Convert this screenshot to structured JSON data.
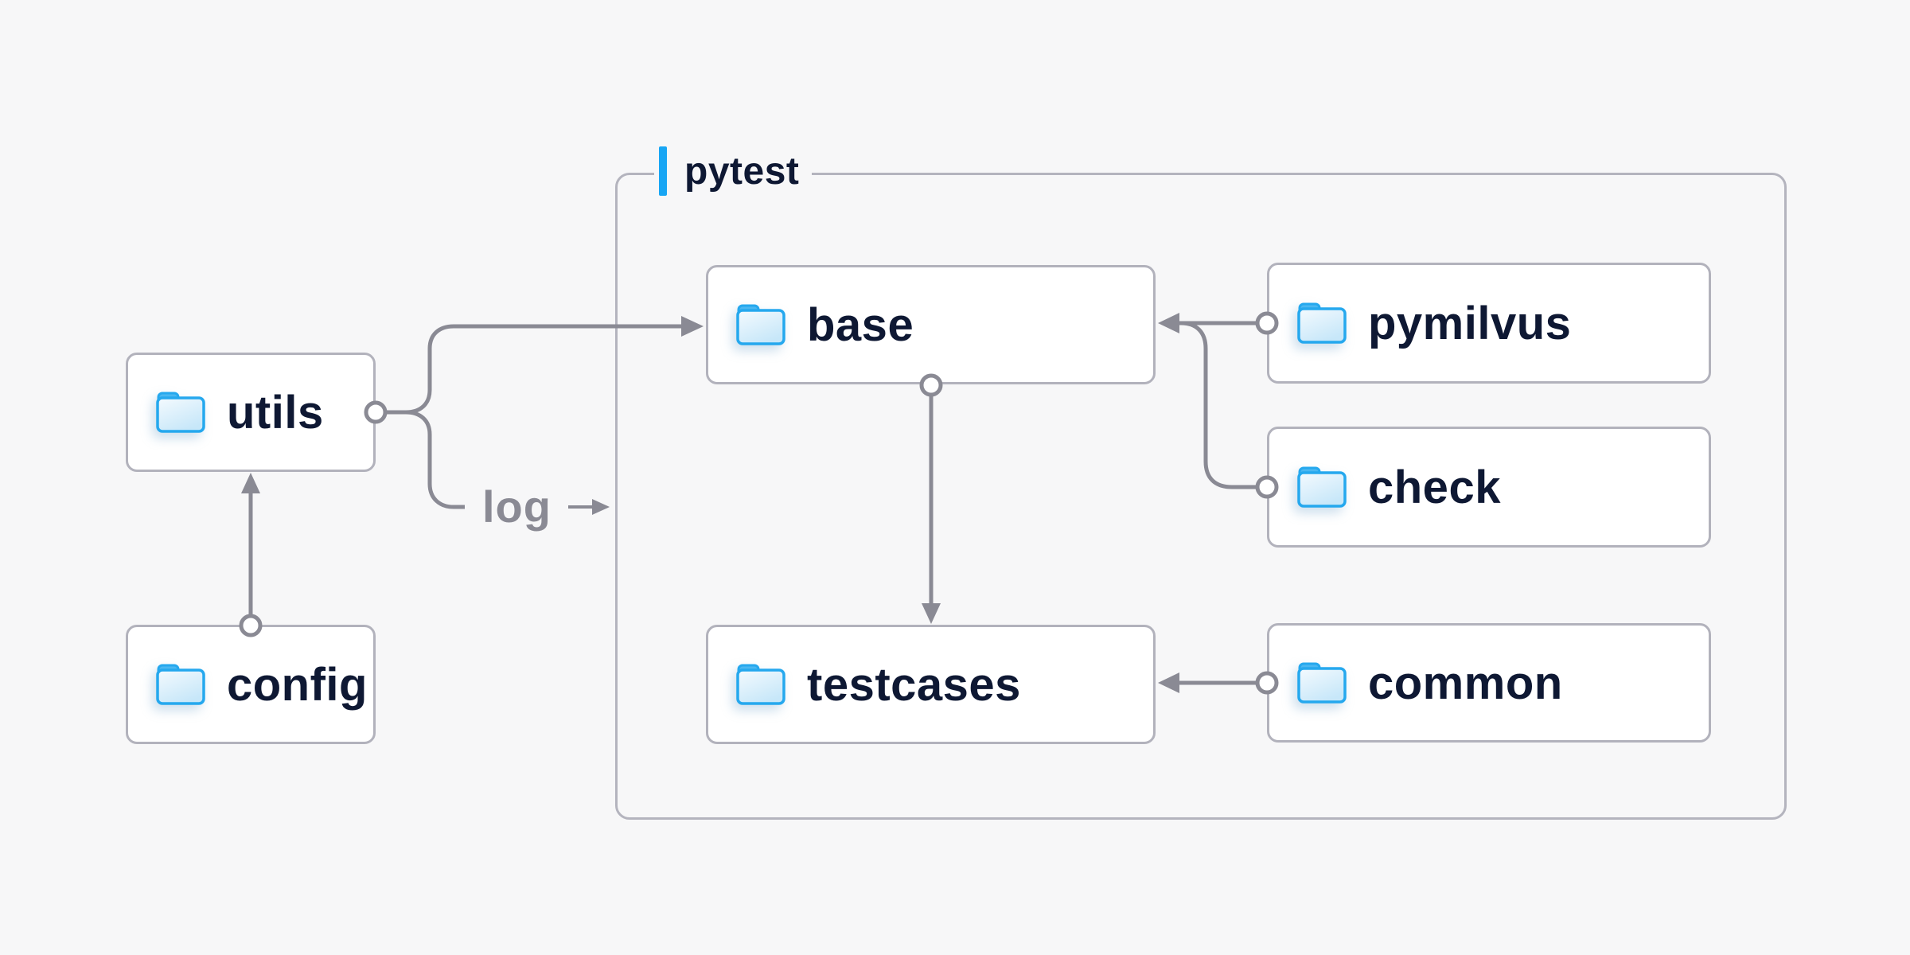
{
  "diagram": {
    "container": {
      "label": "pytest"
    },
    "nodes": {
      "utils": {
        "label": "utils",
        "icon": "folder-icon"
      },
      "config": {
        "label": "config",
        "icon": "folder-icon"
      },
      "base": {
        "label": "base",
        "icon": "folder-icon"
      },
      "pymilvus": {
        "label": "pymilvus",
        "icon": "folder-icon"
      },
      "check": {
        "label": "check",
        "icon": "folder-icon"
      },
      "testcases": {
        "label": "testcases",
        "icon": "folder-icon"
      },
      "common": {
        "label": "common",
        "icon": "folder-icon"
      }
    },
    "edges": [
      {
        "from": "config",
        "to": "utils"
      },
      {
        "from": "utils",
        "to": "base",
        "label": "log"
      },
      {
        "from": "pymilvus",
        "to": "base"
      },
      {
        "from": "check",
        "to": "base"
      },
      {
        "from": "base",
        "to": "testcases"
      },
      {
        "from": "common",
        "to": "testcases"
      }
    ],
    "colors": {
      "background": "#f7f7f8",
      "box_background": "#ffffff",
      "box_border": "#b2b2bc",
      "line_gray": "#8a8a94",
      "text_navy": "#0e1833",
      "accent_blue": "#18a6f4",
      "folder_blue": "#25a8ee"
    }
  }
}
